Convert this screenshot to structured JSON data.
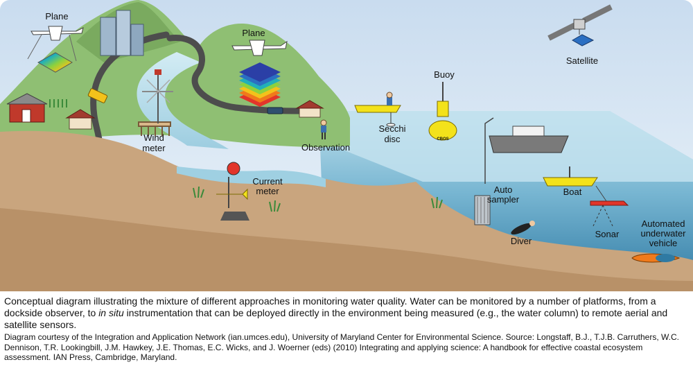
{
  "labels": {
    "plane_left": "Plane",
    "plane_center": "Plane",
    "satellite": "Satellite",
    "buoy": "Buoy",
    "secchi_line1": "Secchi",
    "secchi_line2": "disc",
    "wind_line1": "Wind",
    "wind_line2": "meter",
    "observation": "Observation",
    "current_line1": "Current",
    "current_line2": "meter",
    "auto_line1": "Auto",
    "auto_line2": "sampler",
    "boat": "Boat",
    "sonar": "Sonar",
    "diver": "Diver",
    "auv_line1": "Automated",
    "auv_line2": "underwater",
    "auv_line3": "vehicle",
    "buoy_tag": "CBOS"
  },
  "caption": {
    "main_part1": "Conceptual diagram illustrating the mixture of different approaches in monitoring water quality. Water can be monitored by a number of platforms, from a dockside observer, to ",
    "main_italic": "in situ",
    "main_part2": " instrumentation that can be deployed directly in the environment being measured (e.g., the water column) to remote aerial and satellite sensors.",
    "credit": "Diagram courtesy of the Integration and Application Network (ian.umces.edu), University of Maryland Center for Environmental Science. Source: Longstaff, B.J., T.J.B. Carruthers, W.C. Dennison, T.R. Lookingbill, J.M. Hawkey, J.E. Thomas, E.C. Wicks, and J. Woerner (eds) (2010) Integrating and applying science: A handbook for effective coastal ecosystem assessment. IAN Press, Cambridge, Maryland."
  },
  "colors": {
    "sky": "#dbe9f4",
    "hill": "#8fbf73",
    "soil": "#c9a57e",
    "water_surface": "#bfe0ec",
    "water_deep": "#3f8bb0",
    "road": "#4d4d4d",
    "yellow": "#f3e21b"
  }
}
